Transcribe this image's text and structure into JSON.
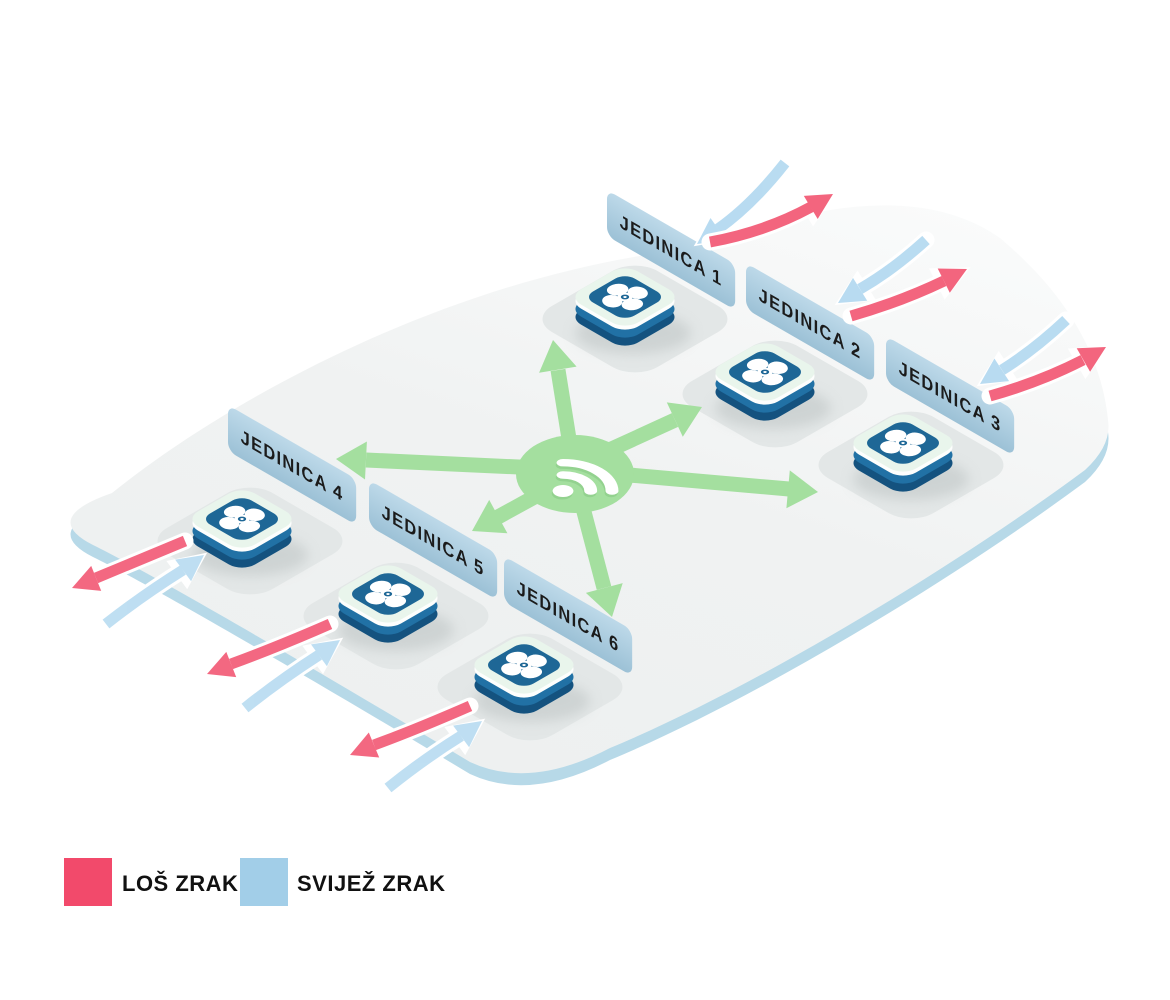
{
  "units": [
    {
      "label": "JEDINICA 1"
    },
    {
      "label": "JEDINICA 2"
    },
    {
      "label": "JEDINICA 3"
    },
    {
      "label": "JEDINICA 4"
    },
    {
      "label": "JEDINICA 5"
    },
    {
      "label": "JEDINICA 6"
    }
  ],
  "hub": {
    "icon": "wifi-icon"
  },
  "legend": {
    "items": [
      {
        "label": "LOŠ ZRAK",
        "color": "#F24A6B"
      },
      {
        "label": "SVIJEŽ ZRAK",
        "color": "#A2CEE8"
      }
    ]
  },
  "colors": {
    "bad_air": "#F25874",
    "fresh_air": "#A9D4EE",
    "network": "#A4DF9F",
    "floor": "#F0F2F2",
    "floor_edge": "#B7D9E8",
    "banner": "#AECFE2",
    "unit_blue": "#1E6796",
    "unit_face": "#E9F5EC",
    "pad": "#E3E7E7"
  }
}
